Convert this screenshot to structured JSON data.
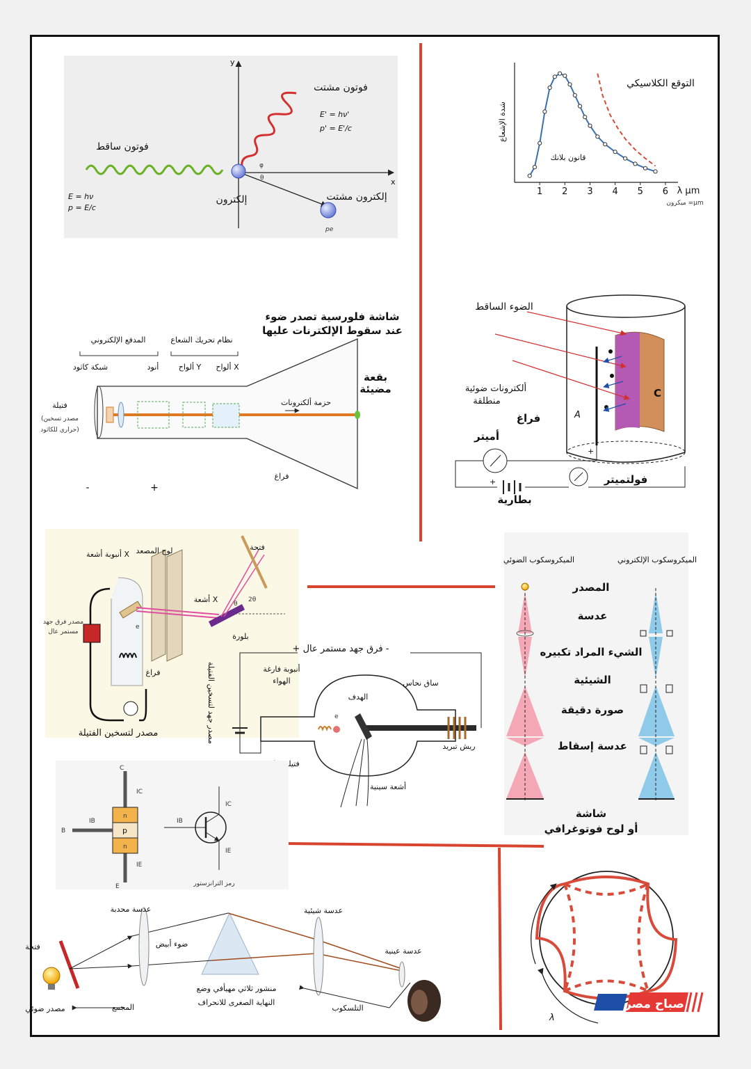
{
  "compton": {
    "incident_photon": "فوتون ساقط",
    "scattered_photon": "فوتون مشتت",
    "electron": "إلكترون",
    "scattered_electron": "إلكترون مشتت",
    "eq_incident_1": "E = hν",
    "eq_incident_2": "p = E/c",
    "eq_scattered_1": "E' = hν'",
    "eq_scattered_2": "p' = E'/c",
    "axis_x": "x",
    "axis_y": "y",
    "angle_phi": "φ",
    "angle_theta": "θ",
    "pe_label": "pe"
  },
  "planck": {
    "y_label": "شدة الإشعاع",
    "classical": "التوقع الكلاسيكي",
    "planck_law": "قانون بلانك",
    "x_unit": "λ μm",
    "x_note": "ميكرون =μm",
    "ticks": [
      "1",
      "2",
      "3",
      "4",
      "5",
      "6"
    ]
  },
  "chart_data": {
    "type": "line",
    "title": "",
    "xlabel": "λ μm",
    "ylabel": "شدة الإشعاع",
    "series": [
      {
        "name": "قانون بلانك",
        "x": [
          0.6,
          0.8,
          1.0,
          1.2,
          1.4,
          1.6,
          1.8,
          2.0,
          2.2,
          2.4,
          2.6,
          2.8,
          3.0,
          3.3,
          3.6,
          4.0,
          4.4,
          4.8,
          5.2,
          5.6
        ],
        "values": [
          0.06,
          0.14,
          0.36,
          0.65,
          0.87,
          0.97,
          1.0,
          0.98,
          0.9,
          0.8,
          0.7,
          0.6,
          0.52,
          0.42,
          0.35,
          0.28,
          0.22,
          0.17,
          0.13,
          0.1
        ]
      },
      {
        "name": "التوقع الكلاسيكي",
        "x": [
          3.3,
          3.5,
          3.8,
          4.1,
          4.4,
          4.8,
          5.2,
          5.6
        ],
        "values": [
          1.0,
          0.8,
          0.62,
          0.5,
          0.4,
          0.3,
          0.22,
          0.15
        ]
      }
    ],
    "xlim": [
      0,
      6.5
    ],
    "ylim": [
      0,
      1.1
    ],
    "grid": false
  },
  "crt": {
    "screen_title_1": "شاشة فلورسية تصدر ضوء",
    "screen_title_2": "عند سقوط الإلكترنات عليها",
    "gun": "المدفع الإلكتروني",
    "deflection": "نظام تحريك الشعاع",
    "cathode_grid": "شبكة كاثود",
    "anode": "أنود",
    "y_plates": "ألواح Y",
    "x_plates": "ألواح X",
    "spot_1": "بقعة",
    "spot_2": "مضيئة",
    "beam": "حزمة ألكترونات",
    "filament": "فتيلة",
    "filament_note_1": "(مصدر تسخين",
    "filament_note_2": "حراري للكاثود)",
    "vacuum": "فراغ",
    "minus": "-",
    "plus": "+"
  },
  "photocell": {
    "incident_light": "الضوء الساقط",
    "electrons_1": "ألكترونات ضوئية",
    "electrons_2": "منطلقة",
    "vacuum": "فراغ",
    "ammeter": "أميتر",
    "voltmeter": "فولتميتر",
    "battery": "بطارية",
    "anode": "A",
    "cathode": "C",
    "plus": "+"
  },
  "xray_diffraction": {
    "xray_tube": "أنبوبة أشعة X",
    "anode_plate": "لوح المصعد",
    "slit": "فتحة",
    "xrays": "أشعة X",
    "crystal": "بلورة",
    "hv_source_1": "مصدر فرق جهد",
    "hv_source_2": "مستمر عال",
    "vacuum": "فراغ",
    "filament_source": "مصدر لتسخين الفتيلة",
    "theta": "θ",
    "two_theta": "2θ",
    "electron": "e"
  },
  "coolidge": {
    "hv": "+ فرق جهد مستمر عال -",
    "vacuum_tube_1": "أنبوبة فارغة",
    "vacuum_tube_2": "الهواء",
    "target": "الهدف",
    "copper_rod": "ساق نحاس",
    "fins": "ريش تبريد",
    "hot_filament": "فتيلة ساخنة",
    "xrays": "أشعة سينية",
    "heater_source": "مصدر جهد لتسخين الفتيلة",
    "electron": "e"
  },
  "microscope": {
    "optical": "الميكروسكوب الضوئي",
    "electron": "الميكروسكوب الإلكتروني",
    "source": "المصدر",
    "lens": "عدسة",
    "object": "الشيء المراد تكبيره",
    "objective": "الشيئية",
    "image": "صورة دقيقة",
    "projection": "عدسة إسقاط",
    "screen_1": "شاشة",
    "screen_2": "أو لوح فوتوغرافي"
  },
  "transistor": {
    "symbol_caption": "رمز الترانزستور",
    "n_top": "n",
    "p_mid": "p",
    "n_bot": "n",
    "C": "C",
    "B": "B",
    "E": "E",
    "IC": "IC",
    "IB": "IB",
    "IE": "IE"
  },
  "spectrometer": {
    "slit": "فتحة",
    "light_source": "مصدر ضوئي",
    "convex_lens": "عدسة محدبة",
    "white_light": "ضوء أبيض",
    "collimator": "المجمع",
    "prism_1": "منشور ثلاثي مهيأفي وضع",
    "prism_2": "النهاية الصغرى للانحراف",
    "objective_lens": "عدسة شيئية",
    "eye_lens": "عدسة عينية",
    "telescope": "التلسكوب"
  },
  "standing_wave": {
    "lambda": "λ"
  },
  "brand": {
    "name": "صباح مصر",
    "red": "#e53935",
    "blue": "#1e4fa8"
  }
}
